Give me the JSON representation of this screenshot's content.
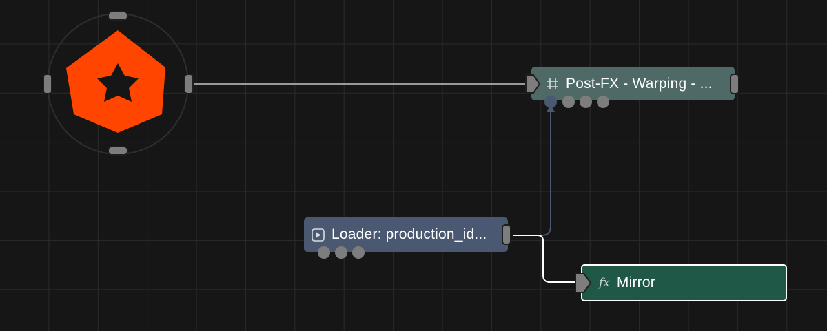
{
  "graph": {
    "nodes": {
      "postfx": {
        "title": "Post-FX - Warping - ...",
        "icon": "hash-grid-icon",
        "color": "#4f6a66"
      },
      "loader": {
        "title": "Loader: production_id...",
        "icon": "play-box-icon",
        "color": "#4a5872"
      },
      "mirror": {
        "title": "Mirror",
        "icon": "fx-icon",
        "icon_text": "fx",
        "color": "#1f5846",
        "selected": true
      }
    },
    "logo": {
      "name": "brand-logo",
      "color": "#ff4500"
    },
    "colors": {
      "background": "#161616",
      "grid": "#2a2a2a",
      "wire_default": "#9a9a9a",
      "wire_selected": "#ffffff",
      "wire_loader_to_postfx": "#4a5872",
      "port": "#7d7d7d"
    }
  }
}
